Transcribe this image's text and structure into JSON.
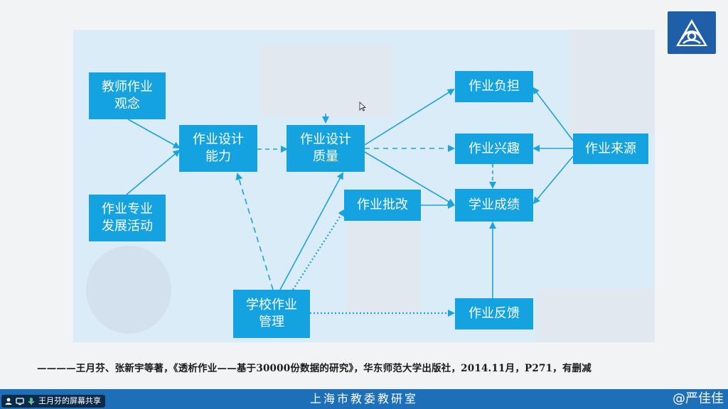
{
  "nodes": {
    "teacher_concept": "教师作业\n观念",
    "prof_dev": "作业专业\n发展活动",
    "design_ability": "作业设计\n能力",
    "design_quality": "作业设计\n质量",
    "grading": "作业批改",
    "school_mgmt": "学校作业\n管理",
    "burden": "作业负担",
    "interest": "作业兴趣",
    "achievement": "学业成绩",
    "feedback": "作业反馈",
    "source": "作业来源"
  },
  "citation": "————王月芬、张新宇等著，《透析作业——基于30000份数据的研究》，华东师范大学出版社，2014.11月，P271，有删减",
  "footer": {
    "title": "上海市教委教研室",
    "presenter": "@严佳佳",
    "screen_share": "王月芬的屏幕共享"
  },
  "colors": {
    "node_fill": "#14a3e0",
    "arrow": "#1aa3dc",
    "panel_bg": "#daecf8",
    "footer_bar": "#1d6fb8"
  }
}
